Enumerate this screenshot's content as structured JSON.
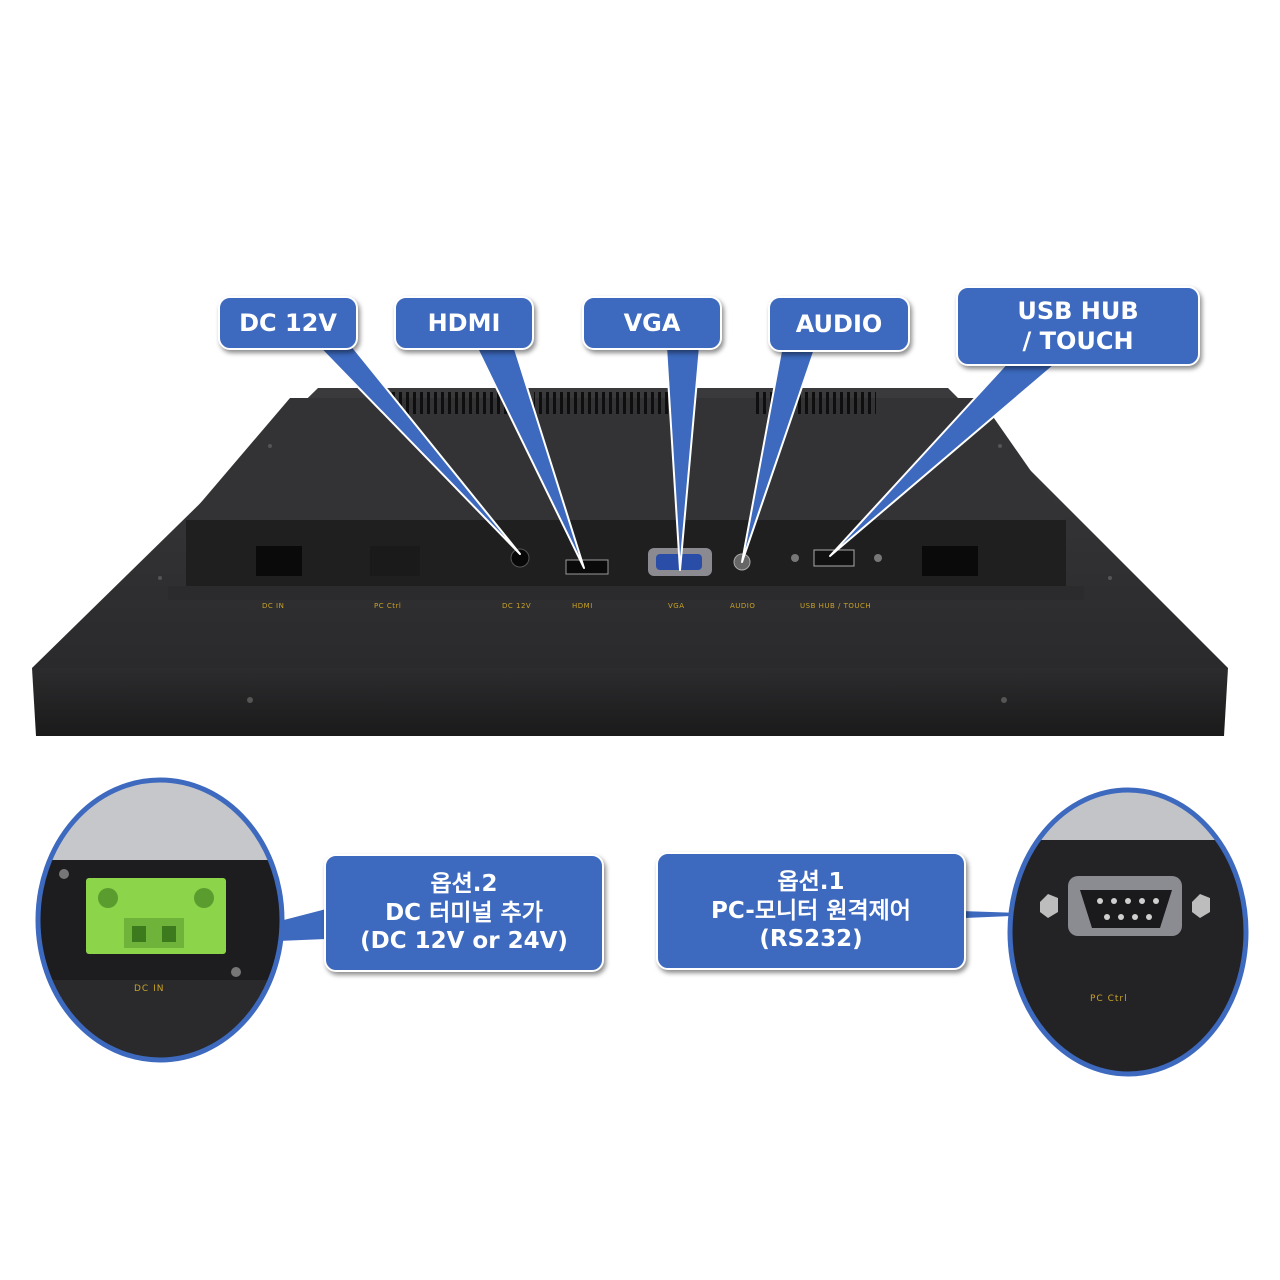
{
  "callouts": {
    "dc12v": "DC 12V",
    "hdmi": "HDMI",
    "vga": "VGA",
    "audio": "AUDIO",
    "usb_line1": "USB HUB",
    "usb_line2": "/ TOUCH",
    "option2_line1": "옵션.2",
    "option2_line2": "DC 터미널 추가",
    "option2_line3": "(DC 12V or 24V)",
    "option1_line1": "옵션.1",
    "option1_line2": "PC-모니터 원격제어",
    "option1_line3": "(RS232)"
  },
  "port_labels": {
    "dc_in": "DC IN",
    "pc_ctrl": "PC Ctrl",
    "dc_12v": "DC 12V",
    "hdmi": "HDMI",
    "vga": "VGA",
    "audio": "AUDIO",
    "usb_touch": "USB HUB / TOUCH"
  },
  "zoom_labels": {
    "dc_in": "DC IN",
    "pc_ctrl": "PC Ctrl"
  },
  "colors": {
    "callout_blue": "#3d69be",
    "terminal_green": "#8cd44a",
    "label_gold": "#c9a227"
  }
}
